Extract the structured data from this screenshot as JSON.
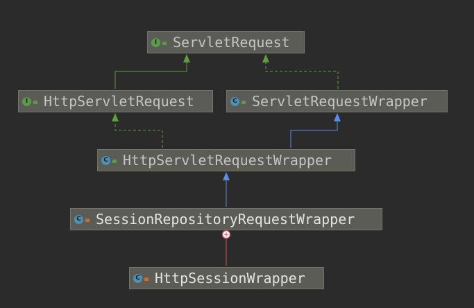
{
  "nodes": {
    "servlet_request": {
      "name": "ServletRequest",
      "kind": "interface",
      "kind_letter": "I",
      "access": "public"
    },
    "http_servlet_request": {
      "name": "HttpServletRequest",
      "kind": "interface",
      "kind_letter": "I",
      "access": "public"
    },
    "servlet_request_wrapper": {
      "name": "ServletRequestWrapper",
      "kind": "class",
      "kind_letter": "C",
      "access": "public"
    },
    "http_servlet_request_wrapper": {
      "name": "HttpServletRequestWrapper",
      "kind": "class",
      "kind_letter": "C",
      "access": "public"
    },
    "session_repository_request_wrapper": {
      "name": "SessionRepositoryRequestWrapper",
      "kind": "class",
      "kind_letter": "C",
      "access": "private"
    },
    "http_session_wrapper": {
      "name": "HttpSessionWrapper",
      "kind": "class",
      "kind_letter": "C",
      "access": "private"
    }
  },
  "edges": [
    {
      "from": "http_servlet_request",
      "to": "servlet_request",
      "relation": "extends"
    },
    {
      "from": "servlet_request_wrapper",
      "to": "servlet_request",
      "relation": "implements"
    },
    {
      "from": "http_servlet_request_wrapper",
      "to": "http_servlet_request",
      "relation": "implements"
    },
    {
      "from": "http_servlet_request_wrapper",
      "to": "servlet_request_wrapper",
      "relation": "extends"
    },
    {
      "from": "session_repository_request_wrapper",
      "to": "http_servlet_request_wrapper",
      "relation": "extends"
    },
    {
      "from": "http_session_wrapper",
      "to": "session_repository_request_wrapper",
      "relation": "inner-class"
    }
  ],
  "colors": {
    "background": "#2b2b2c",
    "node_fill": "#5c5c56",
    "interface_edge": "#5f9e3f",
    "class_edge": "#5a8ee8",
    "inner_edge": "#e0505a"
  }
}
